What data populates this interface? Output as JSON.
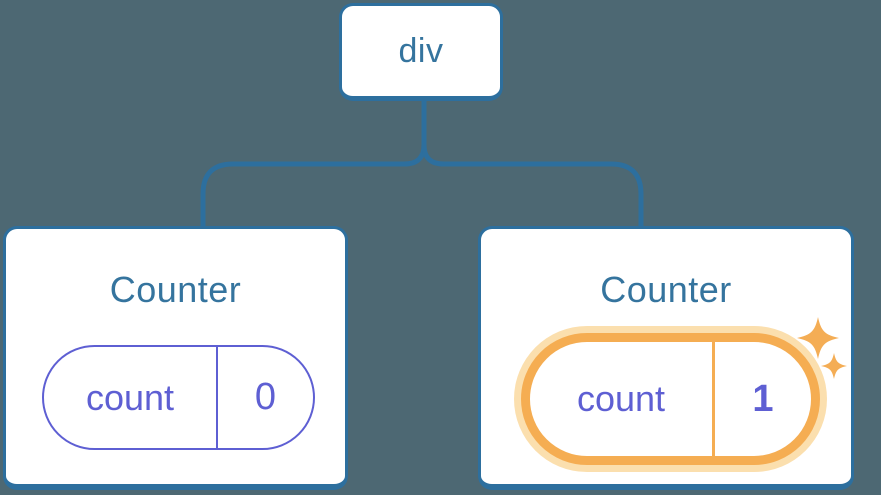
{
  "colors": {
    "background": "#4d6873",
    "node_border": "#2d6f9e",
    "node_text": "#35749e",
    "state_indigo": "#5e5fd3",
    "highlight_orange": "#f5ad52",
    "highlight_glow": "#fbdfae",
    "sparkle": "#f4ad55",
    "card_bg": "#ffffff"
  },
  "tree": {
    "root": {
      "label": "div"
    },
    "children": [
      {
        "title": "Counter",
        "state": {
          "key": "count",
          "value": "0"
        },
        "highlighted": false
      },
      {
        "title": "Counter",
        "state": {
          "key": "count",
          "value": "1"
        },
        "highlighted": true
      }
    ]
  }
}
